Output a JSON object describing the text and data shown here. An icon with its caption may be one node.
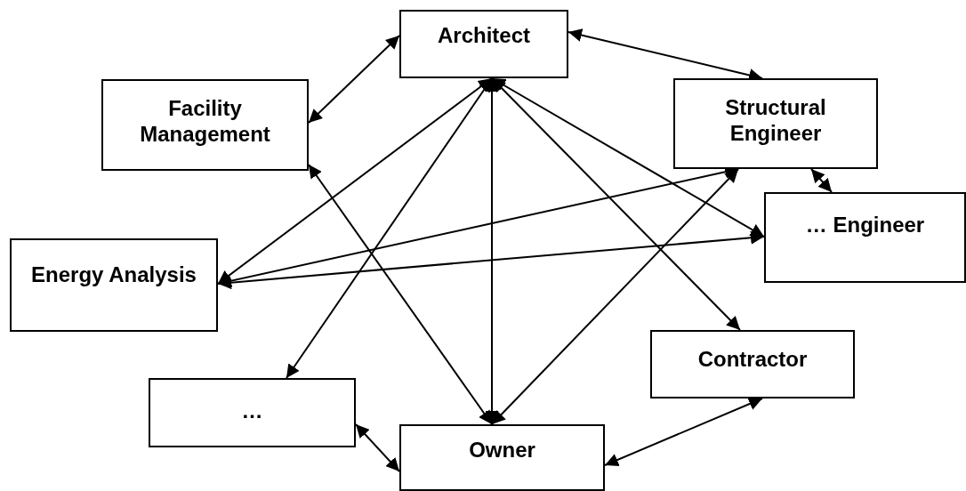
{
  "diagram": {
    "nodes": [
      {
        "text": [
          "Architect"
        ]
      },
      {
        "text": [
          "Facility Management"
        ]
      },
      {
        "text": [
          "Structural Engineer"
        ]
      },
      {
        "text": [
          "… Engineer"
        ]
      },
      {
        "text": [
          "Energy Analysis"
        ]
      },
      {
        "text": [
          "…"
        ]
      },
      {
        "text": [
          "Contractor"
        ]
      },
      {
        "text": [
          "Owner"
        ]
      }
    ],
    "edges": [
      {
        "from": 0,
        "to": 1,
        "arrow": "both"
      },
      {
        "from": 0,
        "to": 2,
        "arrow": "both"
      },
      {
        "from": 2,
        "to": 3,
        "arrow": "both"
      },
      {
        "from": 0,
        "to": 4,
        "arrow": "both"
      },
      {
        "from": 0,
        "to": 5,
        "arrow": "both"
      },
      {
        "from": 0,
        "to": 7,
        "arrow": "both"
      },
      {
        "from": 0,
        "to": 3,
        "arrow": "both"
      },
      {
        "from": 0,
        "to": 6,
        "arrow": "both"
      },
      {
        "from": 1,
        "to": 7,
        "arrow": "both"
      },
      {
        "from": 4,
        "to": 2,
        "arrow": "both"
      },
      {
        "from": 4,
        "to": 3,
        "arrow": "both"
      },
      {
        "from": 7,
        "to": 2,
        "arrow": "both"
      },
      {
        "from": 5,
        "to": 7,
        "arrow": "both"
      },
      {
        "from": 7,
        "to": 6,
        "arrow": "both"
      }
    ]
  }
}
